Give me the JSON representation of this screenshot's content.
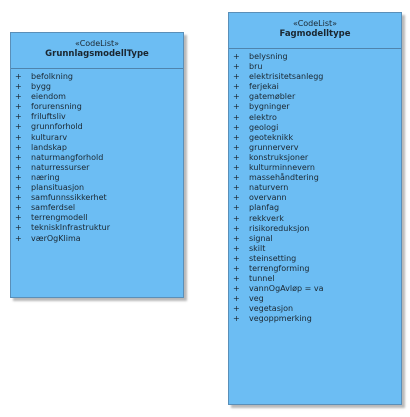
{
  "classes": [
    {
      "stereotype": "«CodeList»",
      "name": "GrunnlagsmodellType",
      "attributes": [
        "befolkning",
        "bygg",
        "eiendom",
        "forurensning",
        "friluftsliv",
        "grunnforhold",
        "kulturarv",
        "landskap",
        "naturmangforhold",
        "naturressurser",
        "næring",
        "plansituasjon",
        "samfunnssikkerhet",
        "samferdsel",
        "terrengmodell",
        "tekniskInfrastruktur",
        "værOgKlima"
      ]
    },
    {
      "stereotype": "«CodeList»",
      "name": "Fagmodelltype",
      "attributes": [
        "belysning",
        "bru",
        "elektrisitetsanlegg",
        "ferjekai",
        "gatemøbler",
        "bygninger",
        "elektro",
        "geologi",
        "geoteknikk",
        "grunnerverv",
        "konstruksjoner",
        "kulturminnevern",
        "massehåndtering",
        "naturvern",
        "overvann",
        "planfag",
        "rekkverk",
        "risikoreduksjon",
        "signal",
        "skilt",
        "steinsetting",
        "terrengforming",
        "tunnel",
        "vannOgAvløp = va",
        "veg",
        "vegetasjon",
        "vegoppmerking"
      ]
    }
  ],
  "visibility_symbol": "+",
  "colors": {
    "class_fill": "#6cbdf3",
    "class_border": "#5a8fb8",
    "text": "#1a2630"
  }
}
